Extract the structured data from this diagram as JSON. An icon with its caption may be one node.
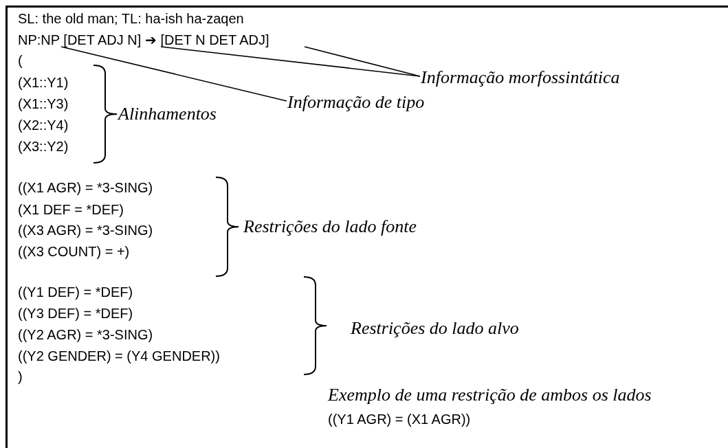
{
  "diagram": {
    "nodes": [
      {
        "text": [
          "NP:NP [DET ADJ N] ➔ [DET N DET ADJ]"
        ]
      },
      {
        "text": [
          "Informação morfossintática"
        ]
      },
      {
        "text": [
          "Informação de tipo"
        ]
      }
    ],
    "edges": [
      {
        "from": 2,
        "to": 0,
        "arrow": "none"
      },
      {
        "from": 1,
        "to": 0,
        "arrow": "none"
      },
      {
        "from": 1,
        "to": 0,
        "arrow": "none"
      }
    ],
    "labels": [
      "SL: the old man; TL: ha-ish ha-zaqen",
      "(",
      "(X1::Y1)",
      "(X1::Y3)",
      "(X2::Y4)",
      "(X3::Y2)",
      "Alinhamentos",
      "((X1 AGR) = *3-SING)",
      "(X1 DEF = *DEF)",
      "((X3 AGR) = *3-SING)",
      "((X3 COUNT) = +)",
      "Restrições do lado fonte",
      "((Y1 DEF) = *DEF)",
      "((Y3 DEF) = *DEF)",
      "((Y2 AGR) = *3-SING)",
      "((Y2 GENDER) = (Y4 GENDER))",
      ")",
      "Restrições do lado alvo",
      "Exemplo de uma restrição de ambos os lados",
      "((Y1 AGR) = (X1 AGR))"
    ]
  }
}
